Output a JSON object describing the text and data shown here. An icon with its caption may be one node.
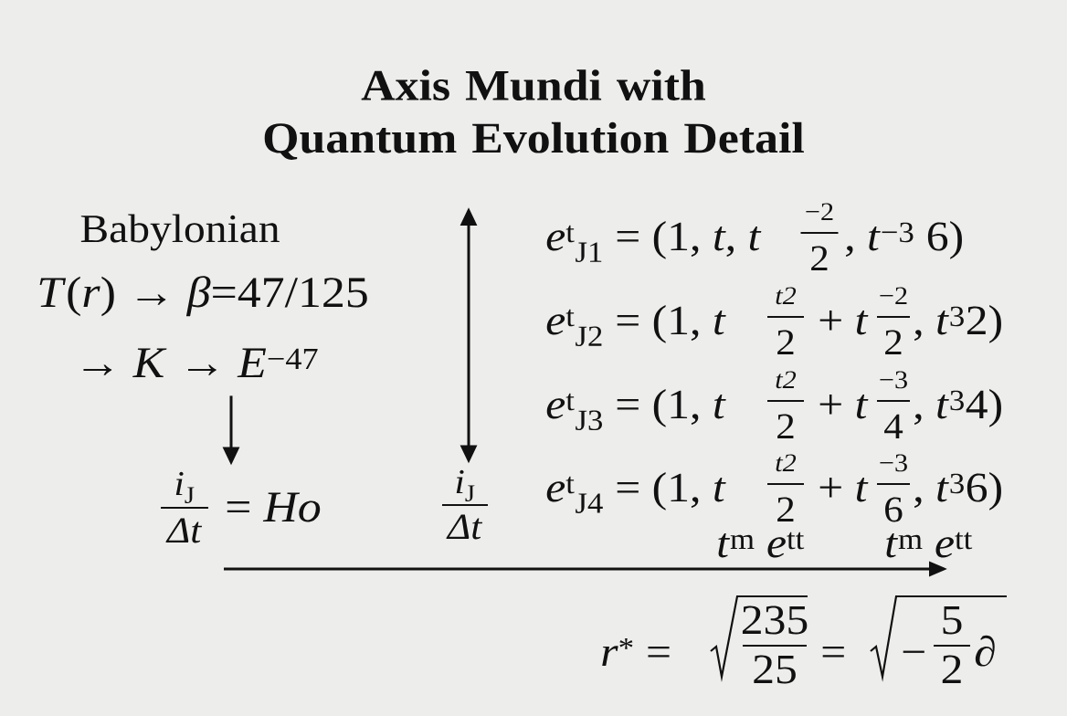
{
  "diagram": {
    "title": "Axis Mundi with Quantum Evolution Detail",
    "nodes": [
      {
        "text": [
          "Babylonian",
          "*T*(*r*) → *β*=47/125",
          "→ *K* → *E*$^{−47}$"
        ]
      },
      {
        "text": [
          "*i*$_{J}$",
          "*Δt*",
          "= *Ho*"
        ]
      },
      {
        "text": [
          "*i*$_{J}$",
          "*Δt*"
        ]
      }
    ],
    "edges": [
      {
        "from": 0,
        "to": 1,
        "arrow": "to"
      },
      {
        "from": null,
        "to": 2,
        "arrow": "both"
      }
    ],
    "labels": [
      "*e*$^{t}$$_{J1}$ = (1, *t*, *t*",
      "−2",
      "2",
      ", *t*$^{−3}$ 6)",
      "*e*$^{t}$$_{J2}$ = (1, *t*",
      "*t2*",
      "2",
      "+ *t*",
      "−2",
      "2",
      ", *t*$^{3}$2)",
      "*e*$^{t}$$_{J3}$ = (1, *t*",
      "*t2*",
      "2",
      "+ *t*",
      "−3",
      "4",
      ", *t*$^{3}$4)",
      "*e*$^{t}$$_{J4}$ = (1, *t*",
      "*t2*",
      "2",
      "+ *t*",
      "−3",
      "6",
      ", *t*$^{3}$6)",
      "*t*$^{m}$ *e*$^{tt}$",
      "*t*$^{m}$ *e*$^{tt}$",
      "*r*$^{*}$ =",
      "235",
      "25",
      "=",
      "−",
      "5",
      "2",
      "∂"
    ]
  }
}
